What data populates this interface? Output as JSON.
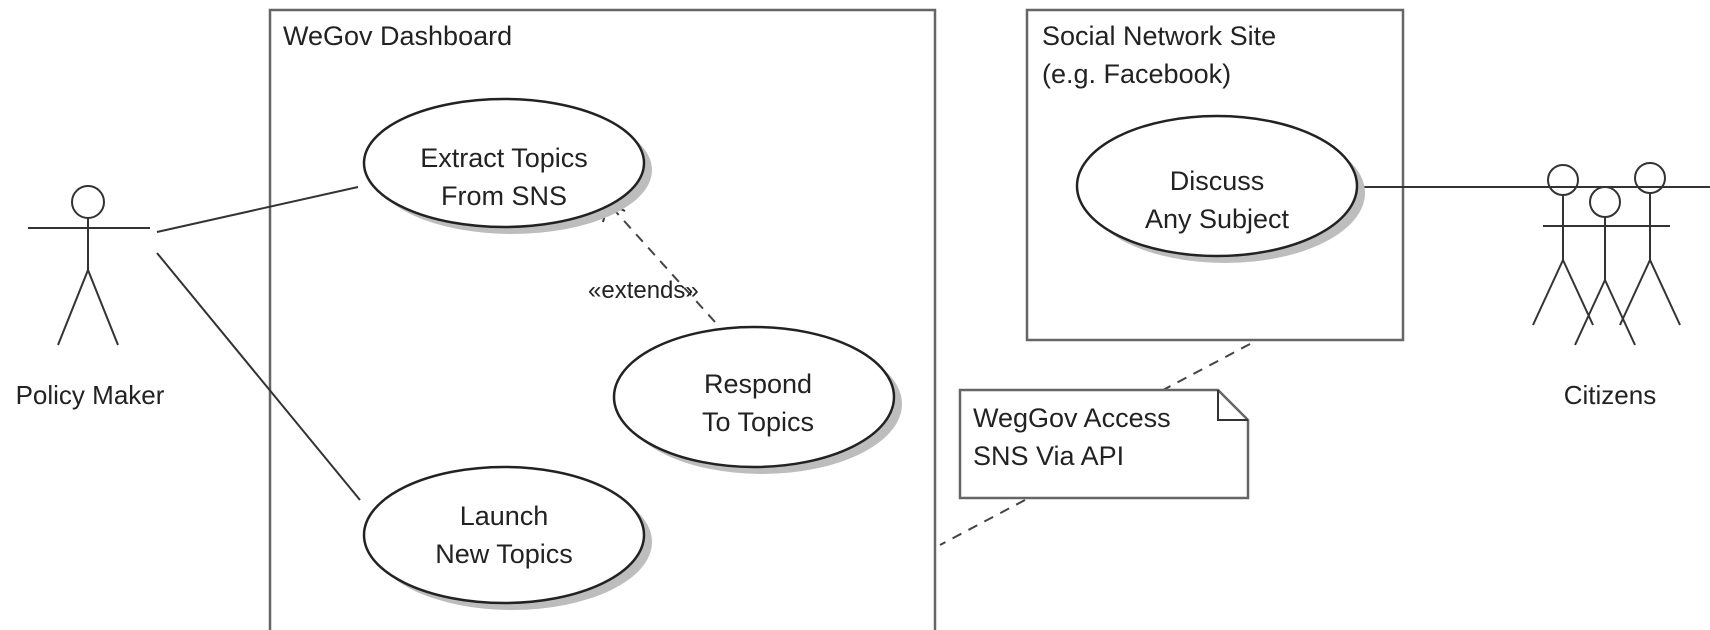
{
  "systems": {
    "wegov": "WeGov Dashboard",
    "sns_line1": "Social Network Site",
    "sns_line2": "(e.g. Facebook)"
  },
  "use_cases": {
    "extract": [
      "Extract Topics",
      "From SNS"
    ],
    "respond": [
      "Respond",
      "To Topics"
    ],
    "launch": [
      "Launch",
      "New Topics"
    ],
    "discuss": [
      "Discuss",
      "Any Subject"
    ]
  },
  "actors": {
    "policy_maker": "Policy Maker",
    "citizens": "Citizens"
  },
  "relations": {
    "extends": "«extends»"
  },
  "note": [
    "WegGov Access",
    "SNS Via API"
  ]
}
